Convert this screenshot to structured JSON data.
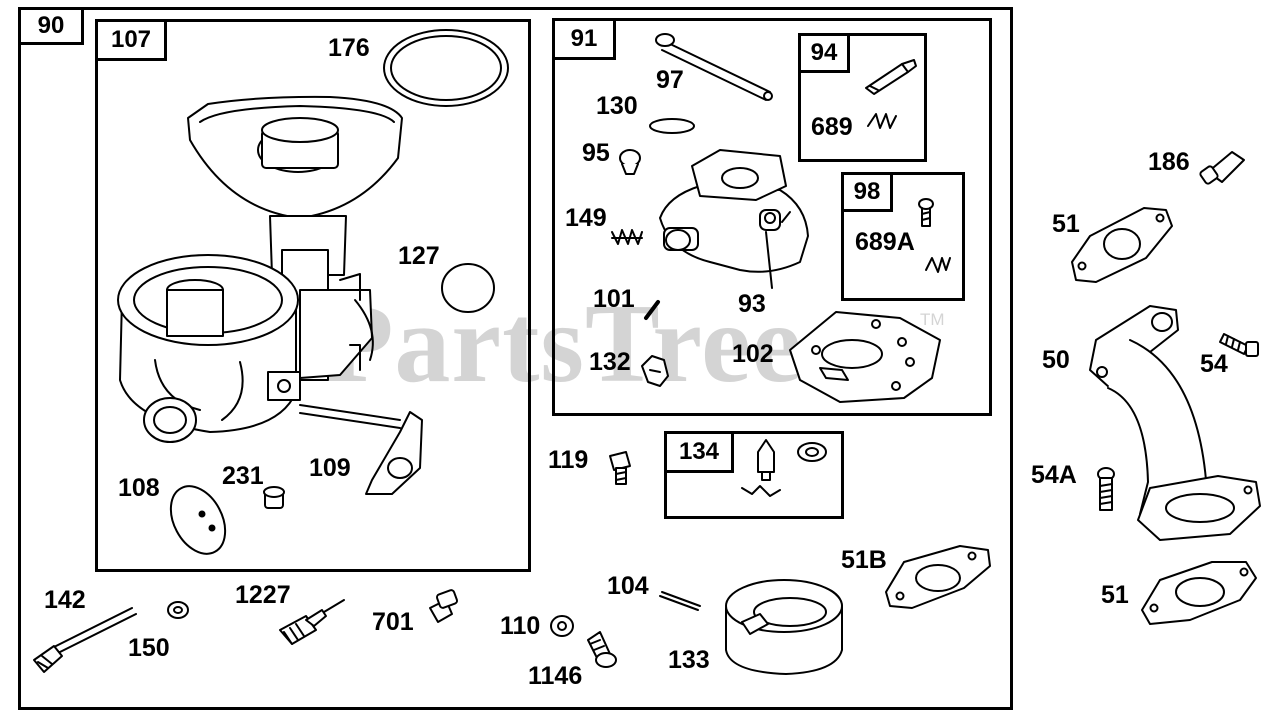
{
  "watermark": {
    "text": "PartsTree",
    "trademark": "TM"
  },
  "group_tags": {
    "g90": "90",
    "g107": "107",
    "g91": "91",
    "g94": "94",
    "g98": "98",
    "g134": "134"
  },
  "part_labels": {
    "p176": "176",
    "p127": "127",
    "p108": "108",
    "p231": "231",
    "p109": "109",
    "p97": "97",
    "p130": "130",
    "p95": "95",
    "p149": "149",
    "p101": "101",
    "p93": "93",
    "p132": "132",
    "p102": "102",
    "p689": "689",
    "p689a": "689A",
    "p186": "186",
    "p51_top": "51",
    "p50": "50",
    "p54": "54",
    "p54a": "54A",
    "p51_bottom": "51",
    "p119": "119",
    "p51b": "51B",
    "p104": "104",
    "p133": "133",
    "p142": "142",
    "p150": "150",
    "p1227": "1227",
    "p701": "701",
    "p110": "110",
    "p1146": "1146"
  }
}
